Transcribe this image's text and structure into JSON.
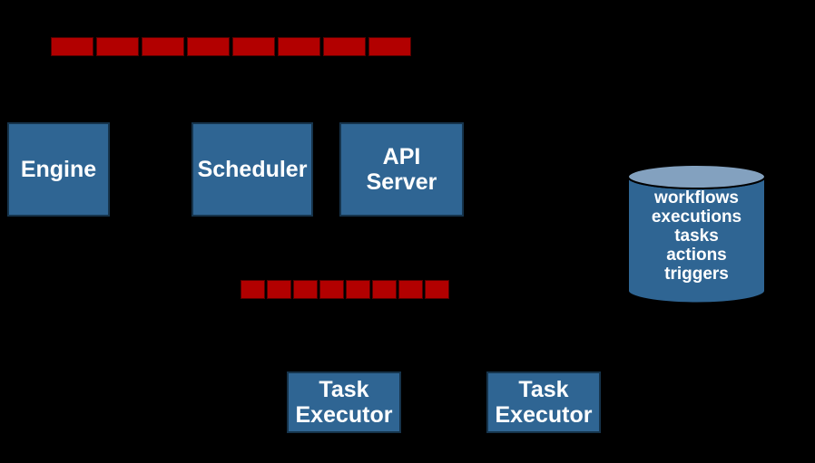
{
  "colors": {
    "background": "#000000",
    "box_fill": "#2f6593",
    "box_border": "#16344c",
    "queue_fill": "#b20000",
    "queue_border": "#550000",
    "db_top_fill": "#83a1bf",
    "db_outline": "#000000",
    "text": "#ffffff"
  },
  "queues": {
    "top": {
      "segment_count": 8
    },
    "middle": {
      "segment_count": 8
    }
  },
  "boxes": {
    "engine": {
      "label": "Engine"
    },
    "scheduler": {
      "label": "Scheduler"
    },
    "api_server": {
      "line1": "API",
      "line2": "Server"
    },
    "task_executor_1": {
      "line1": "Task",
      "line2": "Executor"
    },
    "task_executor_2": {
      "line1": "Task",
      "line2": "Executor"
    }
  },
  "database": {
    "labels": [
      "workflows",
      "executions",
      "tasks",
      "actions",
      "triggers"
    ]
  }
}
